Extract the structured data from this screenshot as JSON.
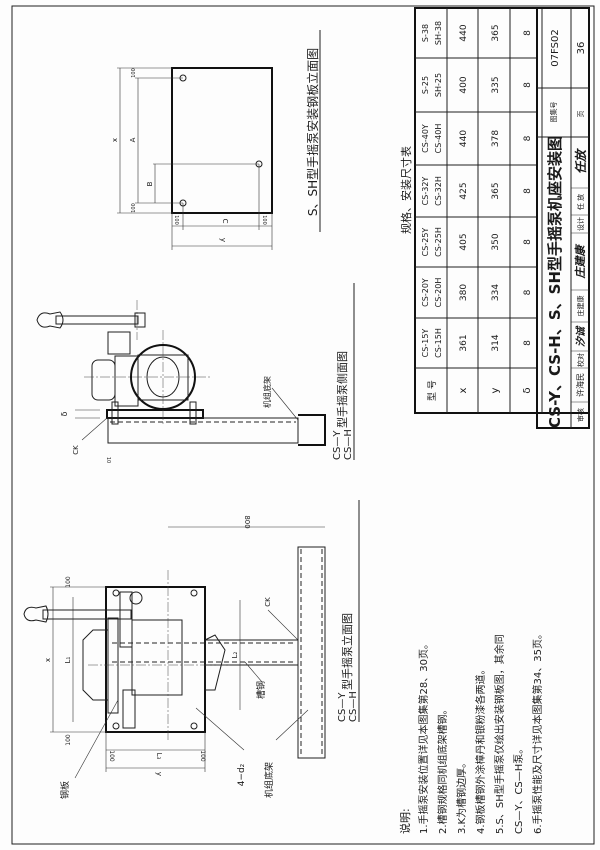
{
  "table": {
    "caption": "规格、安装尺寸表",
    "header_label": "型 号",
    "models": [
      [
        "CS-15Y",
        "CS-15H"
      ],
      [
        "CS-20Y",
        "CS-20H"
      ],
      [
        "CS-25Y",
        "CS-25H"
      ],
      [
        "CS-32Y",
        "CS-32H"
      ],
      [
        "CS-40Y",
        "CS-40H"
      ],
      [
        "S-25",
        "SH-25"
      ],
      [
        "S-38",
        "SH-38"
      ]
    ],
    "rows": [
      {
        "label": "x",
        "values": [
          "361",
          "380",
          "405",
          "425",
          "440",
          "400",
          "440"
        ]
      },
      {
        "label": "y",
        "values": [
          "314",
          "334",
          "350",
          "365",
          "378",
          "335",
          "365"
        ]
      },
      {
        "label": "δ",
        "values": [
          "8",
          "8",
          "8",
          "8",
          "8",
          "8",
          "8"
        ]
      }
    ]
  },
  "title_block": {
    "title": "CS-Y、CS-H、S、SH型手摇泵机座安装图",
    "atlas_label": "图集号",
    "atlas_no": "07FS02",
    "page_label": "页",
    "page_no": "36",
    "review_label": "审核",
    "review_name": "许海民",
    "check_label": "校对",
    "check_signature": "汐诚",
    "check_name": "庄建康",
    "check_name_signature": "庄建康",
    "design_label": "设计",
    "design_name": "任 放",
    "design_signature": "任放"
  },
  "notes": {
    "heading": "说明:",
    "lines": [
      "1.手摇泵安装位置详见本图集第28、30页。",
      "2.槽钢规格同机组底架槽钢。",
      "3.K为槽钢边厚。",
      "4.钢板槽钢外涂樟丹和银粉漆各两道。",
      "5.S、SH型手摇泵仅绘出安装钢板图，其余同",
      "CS—Y、CS—H泵。",
      "6.手摇泵性能及尺寸详见本图集第34、35页。"
    ]
  },
  "front_view": {
    "caption_line1": "CS—Y",
    "caption_line2": "CS—H",
    "caption_rest": "型手摇泵立面图",
    "labels": {
      "steel_plate": "钢板",
      "channel": "槽钢",
      "frame": "机组底架",
      "holes": "4−d₂",
      "dim_800": "800",
      "dim_100a": "100",
      "dim_100b": "100",
      "dim_100c": "100",
      "dim_100d": "100",
      "dim_x": "x",
      "dim_y": "y",
      "dim_l1": "L₁",
      "dim_l2": "L₂",
      "dim_l3": "L₃",
      "weld": "CK"
    }
  },
  "side_view": {
    "caption_line1": "CS—Y",
    "caption_line2": "CS—H",
    "caption_rest": "型手摇泵侧面图",
    "labels": {
      "frame": "机组底架",
      "delta": "δ",
      "dim_10": "10",
      "weld": "CK"
    }
  },
  "plate_view": {
    "caption": "S、SH型手摇泵安装钢板立面图",
    "labels": {
      "dim_x": "x",
      "dim_a": "A",
      "dim_b": "B",
      "dim_c": "C",
      "dim_y": "y",
      "dim_100a": "100",
      "dim_100b": "100",
      "dim_100c": "100",
      "dim_100d": "100"
    }
  }
}
